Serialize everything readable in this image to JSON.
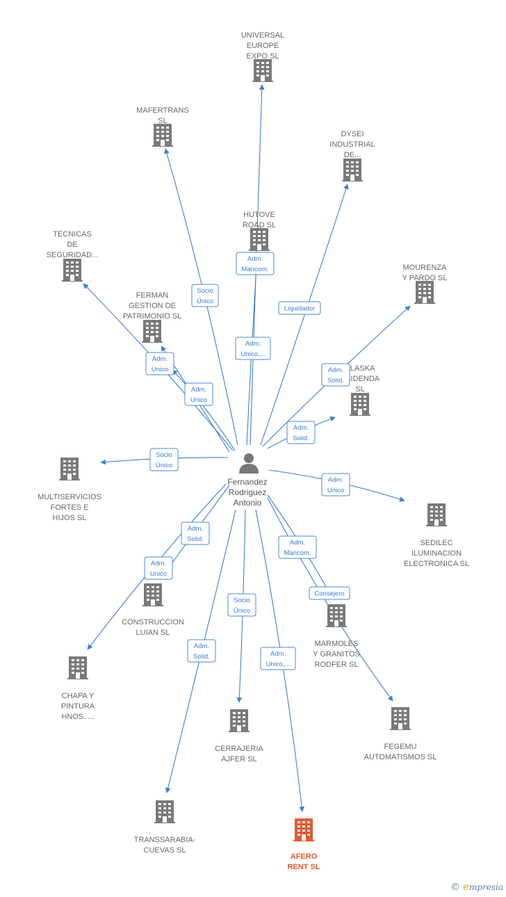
{
  "colors": {
    "edge": "#3a7fd5",
    "building": "#7a7a7a",
    "building_highlight": "#e8582e",
    "label": "#666666"
  },
  "center": {
    "icon": "person-icon",
    "label": [
      "Fernandez",
      "Rodriguez",
      "Antonio"
    ]
  },
  "nodes": [
    {
      "id": "universal",
      "label": [
        "UNIVERSAL",
        "EUROPE",
        "EXPO  SL"
      ],
      "icon": "building-icon"
    },
    {
      "id": "mafertrans",
      "label": [
        "MAFERTRANS",
        "SL"
      ],
      "icon": "building-icon"
    },
    {
      "id": "dysei",
      "label": [
        "DYSEI",
        "INDUSTRIAL",
        "DE..."
      ],
      "icon": "building-icon"
    },
    {
      "id": "hutove",
      "label": [
        "HUTOVE",
        "ROAD  SL"
      ],
      "icon": "building-icon"
    },
    {
      "id": "tecnicas",
      "label": [
        "TECNICAS",
        "DE",
        "SEGURIDAD..."
      ],
      "icon": "building-icon"
    },
    {
      "id": "mourenza",
      "label": [
        "MOURENZA",
        "Y PARDO SL"
      ],
      "icon": "building-icon"
    },
    {
      "id": "ferman",
      "label": [
        "FERMAN",
        "GESTION DE",
        "PATRIMONIO  SL"
      ],
      "icon": "building-icon"
    },
    {
      "id": "alaska",
      "label": [
        "ALASKA",
        "EKIDENDA",
        "SL"
      ],
      "icon": "building-icon"
    },
    {
      "id": "multiservicios",
      "label": [
        "MULTISERVICIOS",
        "FORTES E",
        "HIJOS SL"
      ],
      "icon": "building-icon"
    },
    {
      "id": "sedilec",
      "label": [
        "SEDILEC",
        "ILUMINACION",
        "ELECTRONICA SL"
      ],
      "icon": "building-icon"
    },
    {
      "id": "construccion",
      "label": [
        "CONSTRUCCION",
        "LUIAN SL"
      ],
      "icon": "building-icon"
    },
    {
      "id": "marmoles",
      "label": [
        "MARMOLES",
        "Y GRANITOS",
        "RODFER SL"
      ],
      "icon": "building-icon"
    },
    {
      "id": "chapa",
      "label": [
        "CHAPA Y",
        "PINTURA",
        "HNOS. ..."
      ],
      "icon": "building-icon"
    },
    {
      "id": "cerrajeria",
      "label": [
        "CERRAJERIA",
        "AJFER  SL"
      ],
      "icon": "building-icon"
    },
    {
      "id": "fegemu",
      "label": [
        "FEGEMU",
        "AUTOMATISMOS SL"
      ],
      "icon": "building-icon"
    },
    {
      "id": "transsarabia",
      "label": [
        "TRANSSARABIA-",
        "CUEVAS  SL"
      ],
      "icon": "building-icon"
    },
    {
      "id": "afero",
      "label": [
        "AFERO",
        "RENT  SL"
      ],
      "icon": "building-icon",
      "highlight": true
    }
  ],
  "relations": [
    {
      "id": "r-hutove",
      "label": [
        "Adm.",
        "Mancom."
      ]
    },
    {
      "id": "r-mafertrans",
      "label": [
        "Socio",
        "Único"
      ]
    },
    {
      "id": "r-dysei",
      "label": [
        "Liquidador"
      ]
    },
    {
      "id": "r-universal",
      "label": [
        "Adm.",
        "Unico,..."
      ]
    },
    {
      "id": "r-mourenza",
      "label": [
        "Adm.",
        "Solid."
      ]
    },
    {
      "id": "r-ferman",
      "label": [
        "Adm.",
        "Unico"
      ]
    },
    {
      "id": "r-tecnicas",
      "label": [
        "Adm.",
        "Unico"
      ]
    },
    {
      "id": "r-alaska",
      "label": [
        "Adm.",
        "Solid."
      ]
    },
    {
      "id": "r-multiservicios",
      "label": [
        "Socio",
        "Único"
      ]
    },
    {
      "id": "r-sedilec",
      "label": [
        "Adm.",
        "Unico"
      ]
    },
    {
      "id": "r-construccion",
      "label": [
        "Adm.",
        "Solid."
      ]
    },
    {
      "id": "r-chapa",
      "label": [
        "Adm.",
        "Unico"
      ]
    },
    {
      "id": "r-marmoles",
      "label": [
        "Adm.",
        "Mancom."
      ]
    },
    {
      "id": "r-fegemu",
      "label": [
        "Consejero"
      ]
    },
    {
      "id": "r-cerrajeria",
      "label": [
        "Socio",
        "Único"
      ]
    },
    {
      "id": "r-transsarabia",
      "label": [
        "Adm.",
        "Solid."
      ]
    },
    {
      "id": "r-afero",
      "label": [
        "Adm.",
        "Unico,..."
      ]
    }
  ],
  "brand": {
    "copyright": "©",
    "name_first": "e",
    "name_rest": "mpresia"
  }
}
